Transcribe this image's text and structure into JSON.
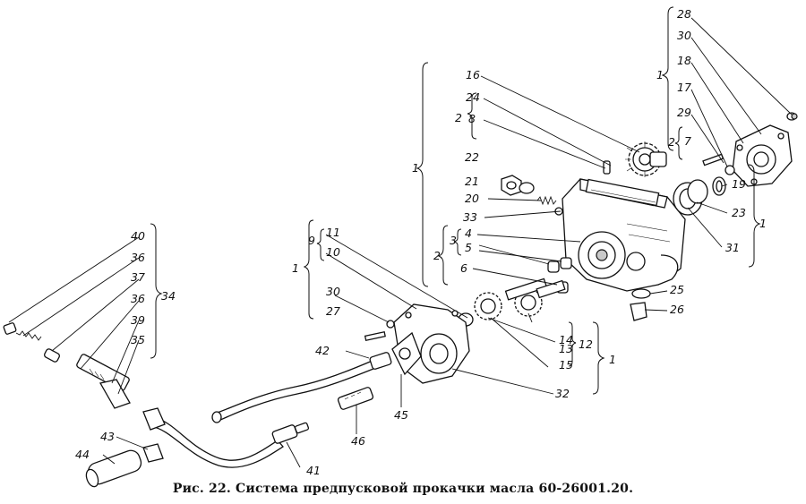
{
  "caption": "Рис. 22. Система предпусковой прокачки масла 60-26001.20.",
  "labels": {
    "l1a": "1",
    "l1b": "1",
    "l1c": "1",
    "l1d": "1",
    "l1e": "1",
    "l2a": "2",
    "l2b": "2",
    "l2c": "2",
    "l3": "3",
    "l4": "4",
    "l5": "5",
    "l6": "6",
    "l7": "7",
    "l8": "8",
    "l9": "9",
    "l10": "10",
    "l11": "11",
    "l12": "12",
    "l13": "13",
    "l14": "14",
    "l15": "15",
    "l16": "16",
    "l17": "17",
    "l18": "18",
    "l19": "19",
    "l20": "20",
    "l21": "21",
    "l22": "22",
    "l23": "23",
    "l24": "24",
    "l25": "25",
    "l26": "26",
    "l27": "27",
    "l28": "28",
    "l29": "29",
    "l30a": "30",
    "l30b": "30",
    "l31": "31",
    "l32": "32",
    "l33": "33",
    "l34": "34",
    "l35": "35",
    "l36a": "36",
    "l36b": "36",
    "l37": "37",
    "l39": "39",
    "l40": "40",
    "l41": "41",
    "l42": "42",
    "l43": "43",
    "l44": "44",
    "l45": "45",
    "l46": "46"
  }
}
